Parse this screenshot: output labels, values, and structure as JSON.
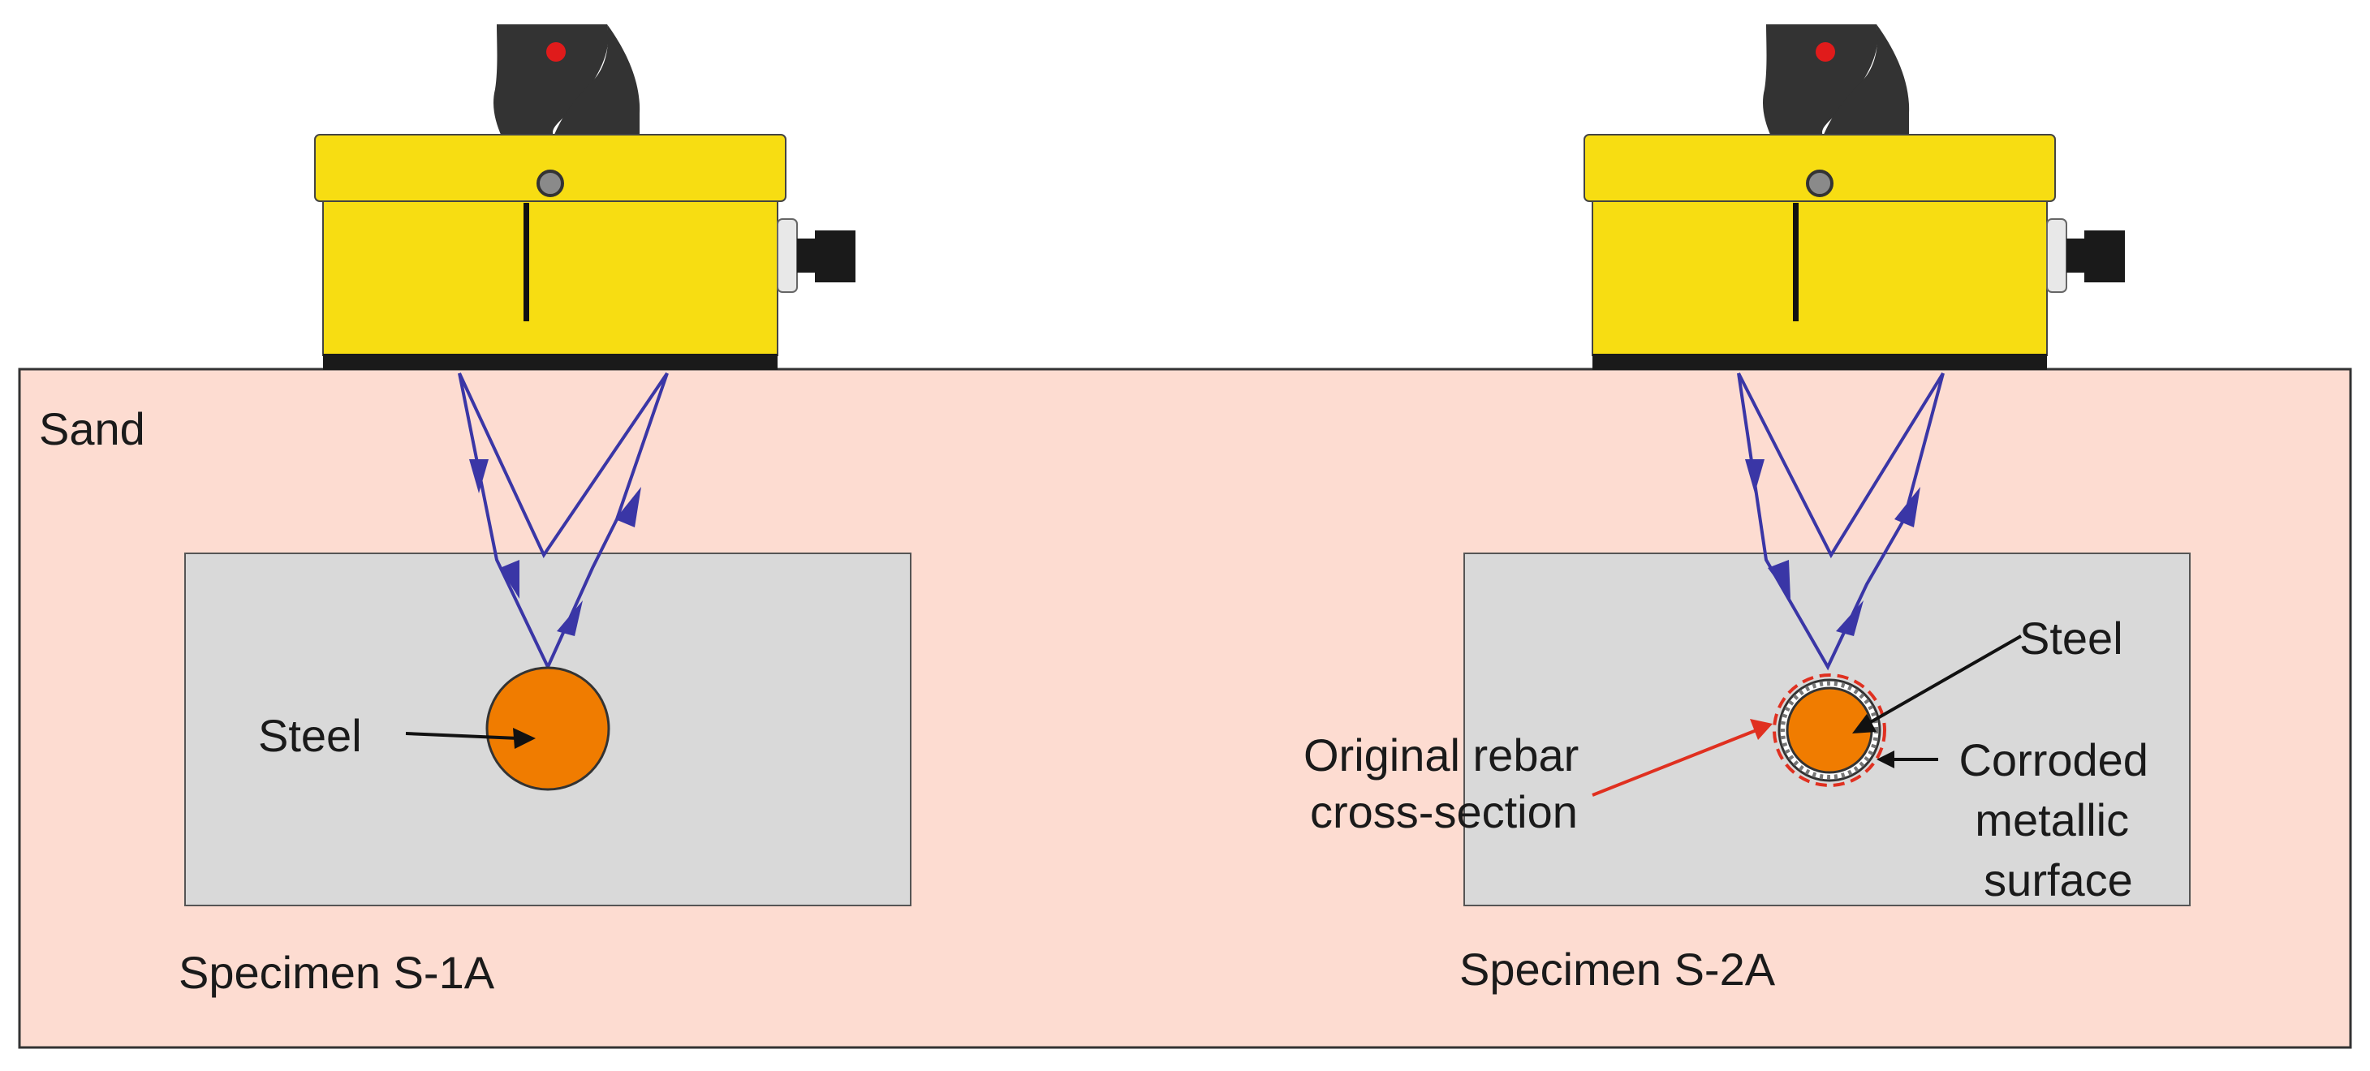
{
  "labels": {
    "sand": "Sand",
    "steel_left": "Steel",
    "steel_right": "Steel",
    "original_line1": "Original rebar",
    "original_line2": "cross-section",
    "corroded_line1": "Corroded",
    "corroded_line2": "metallic",
    "corroded_line3": "surface",
    "specimen_left": "Specimen S-1A",
    "specimen_right": "Specimen S-2A"
  },
  "colors": {
    "sand": "#fddcd1",
    "concrete": "#d9d9d9",
    "steel": "#f07c00",
    "device_body": "#f7dd12",
    "device_dark": "#333333",
    "indicator": "#e01b1b",
    "ray": "#3a36a6",
    "original_outline": "#e03020"
  },
  "icons": [
    "gpr-antenna-icon",
    "led-indicator-icon",
    "cable-connector-icon"
  ]
}
